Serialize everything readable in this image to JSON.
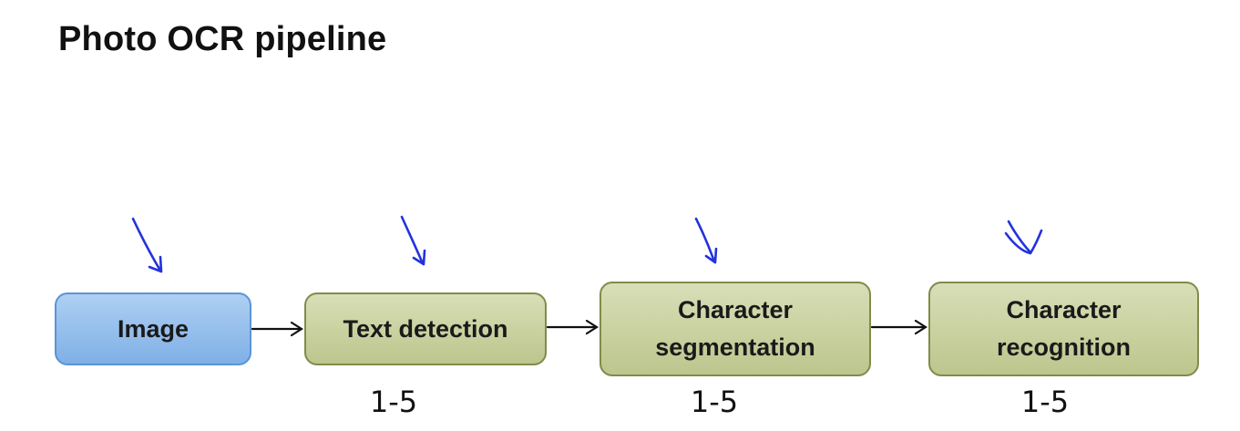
{
  "title": "Photo OCR pipeline",
  "stages": [
    {
      "label_lines": [
        "Image"
      ]
    },
    {
      "label_lines": [
        "Text detection"
      ]
    },
    {
      "label_lines": [
        "Character",
        "segmentation"
      ]
    },
    {
      "label_lines": [
        "Character",
        "recognition"
      ]
    }
  ],
  "handwritten_ranges": [
    "1-5",
    "1-5",
    "1-5"
  ],
  "colors": {
    "image_box_fill": "#9ec4ee",
    "image_box_border": "#5a94d6",
    "stage_box_fill": "#cfd6a6",
    "stage_box_border": "#7f8c4a",
    "annotation_ink": "#2233dd",
    "arrow": "#111111"
  },
  "annotations": {
    "arrow_icon": "hand-drawn-down-arrow-icon"
  }
}
